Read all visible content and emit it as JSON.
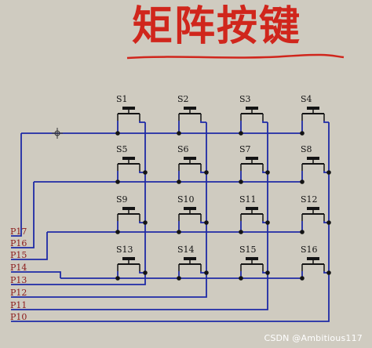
{
  "title": "矩阵按键",
  "watermark": "CSDN @Ambitious117",
  "switch_labels": [
    "S1",
    "S2",
    "S3",
    "S4",
    "S5",
    "S6",
    "S7",
    "S8",
    "S9",
    "S10",
    "S11",
    "S12",
    "S13",
    "S14",
    "S15",
    "S16"
  ],
  "port_labels": [
    "P17",
    "P16",
    "P15",
    "P14",
    "P13",
    "P12",
    "P11",
    "P10"
  ],
  "colors": {
    "background": "#cfcbc0",
    "wire": "#1f2aa6",
    "component": "#141414",
    "port_text": "#8b1a1a",
    "title": "#d0261c",
    "underline": "#d0261c"
  }
}
